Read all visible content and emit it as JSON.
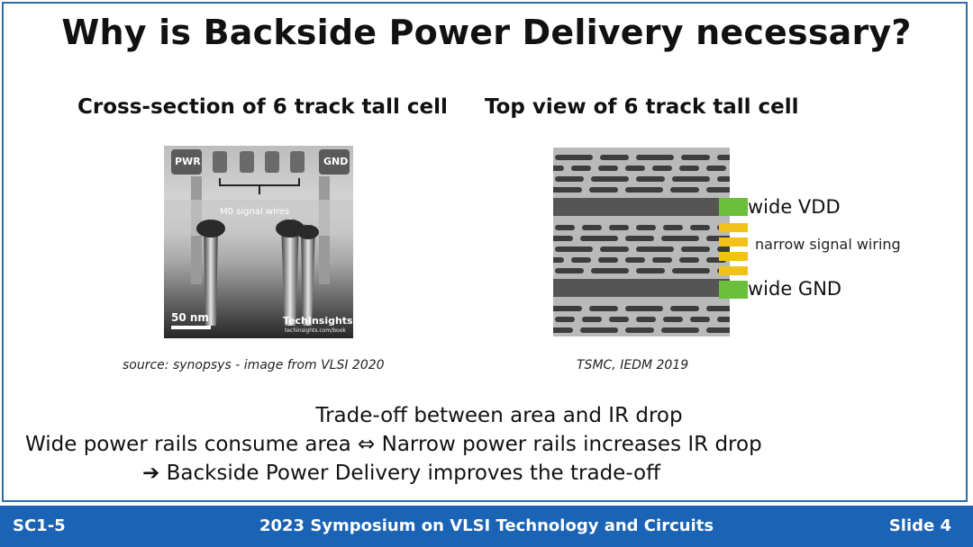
{
  "slide": {
    "title": "Why is Backside Power Delivery necessary?",
    "left_heading": "Cross-section of 6 track tall cell",
    "right_heading": "Top view of 6 track tall cell"
  },
  "cross_section": {
    "pwr_label": "PWR",
    "gnd_label": "GND",
    "signal_label": "M0 signal wires",
    "scale_label": "50 nm",
    "watermark": "TechInsights",
    "watermark_url": "techinsights.com/book"
  },
  "top_view": {
    "wide_vdd": "wide VDD",
    "narrow_signal": "narrow signal wiring",
    "wide_gnd": "wide GND",
    "colors": {
      "green": "#6cbf3a",
      "yellow": "#f2c21b"
    }
  },
  "captions": {
    "left": "source: synopsys - image from VLSI 2020",
    "right": "TSMC, IEDM 2019"
  },
  "bullets": {
    "line1": "Trade-off between area and IR drop",
    "line2": "Wide power rails consume area ⇔ Narrow power rails increases IR drop",
    "line3": "➔ Backside Power Delivery improves the trade-off"
  },
  "footer": {
    "left": "SC1-5",
    "center": "2023 Symposium on VLSI Technology and Circuits",
    "right": "Slide 4"
  }
}
